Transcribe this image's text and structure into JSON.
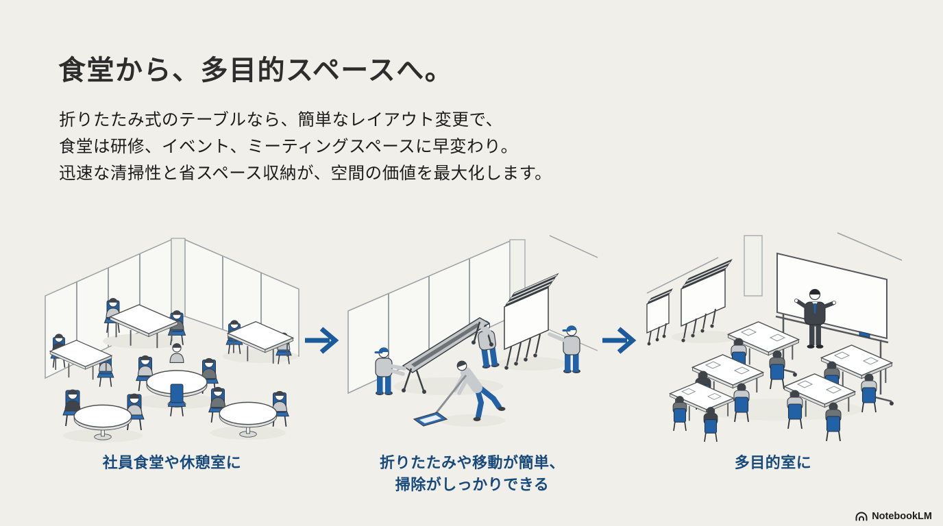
{
  "slide": {
    "title": "食堂から、多目的スペースへ。",
    "description": "折りたたみ式のテーブルなら、簡単なレイアウト変更で、\n食堂は研修、イベント、ミーティングスペースに早変わり。\n迅速な清掃性と省スペース収納が、空間の価値を最大化します。"
  },
  "steps": [
    {
      "id": "cafeteria",
      "caption": "社員食堂や休憩室に",
      "illustration": "cafeteria-scene"
    },
    {
      "id": "fold-and-clean",
      "caption": "折りたたみや移動が簡単、\n掃除がしっかりできる",
      "illustration": "folding-and-cleaning-scene"
    },
    {
      "id": "multipurpose",
      "caption": "多目的室に",
      "illustration": "multipurpose-room-scene"
    }
  ],
  "footer": {
    "brand": "NotebookLM"
  },
  "colors": {
    "background": "#f0efe9",
    "title_text": "#2d2d2d",
    "body_text": "#1b1b1b",
    "caption_text": "#17497d",
    "arrow": "#1b5a9b",
    "illustration_blue": "#2361a7"
  }
}
